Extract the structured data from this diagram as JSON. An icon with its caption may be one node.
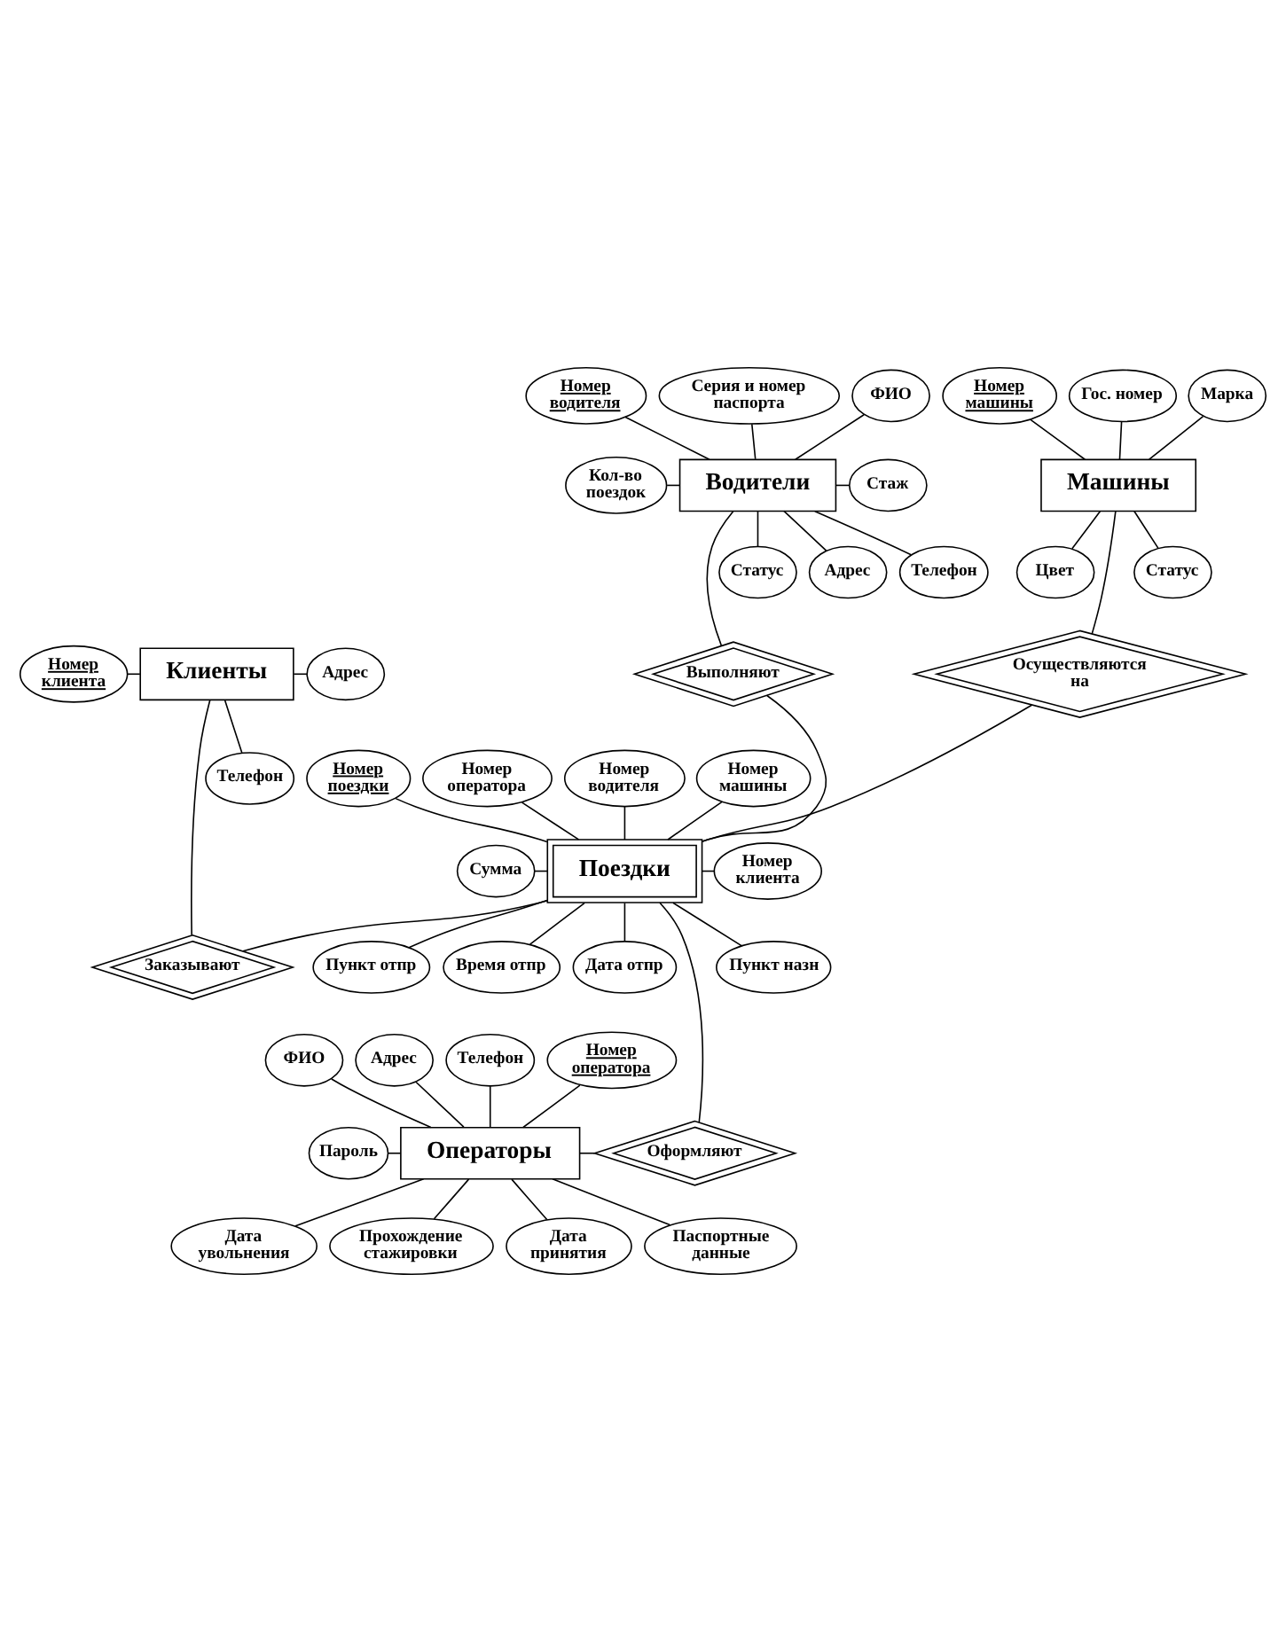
{
  "diagram": {
    "nodes": [
      {
        "text": [
          "Водители"
        ]
      },
      {
        "text": [
          "Номер водителя"
        ]
      },
      {
        "text": [
          "Серия и номер паспорта"
        ]
      },
      {
        "text": [
          "ФИО"
        ]
      },
      {
        "text": [
          "Кол-во поездок"
        ]
      },
      {
        "text": [
          "Стаж"
        ]
      },
      {
        "text": [
          "Статус"
        ]
      },
      {
        "text": [
          "Адрес"
        ]
      },
      {
        "text": [
          "Телефон"
        ]
      },
      {
        "text": [
          "Машины"
        ]
      },
      {
        "text": [
          "Гос. номер"
        ]
      },
      {
        "text": [
          "Номер машины"
        ]
      },
      {
        "text": [
          "Марка"
        ]
      },
      {
        "text": [
          "Статус"
        ]
      },
      {
        "text": [
          "Цвет"
        ]
      },
      {
        "text": [
          "Выполняют"
        ]
      },
      {
        "text": [
          "Осуществляются на"
        ]
      },
      {
        "text": [
          "Клиенты"
        ]
      },
      {
        "text": [
          "Номер клиента"
        ]
      },
      {
        "text": [
          "Адрес"
        ]
      },
      {
        "text": [
          "Телефон"
        ]
      },
      {
        "text": [
          "Заказывают"
        ]
      },
      {
        "text": [
          "Поездки"
        ]
      },
      {
        "text": [
          "Номер поездки"
        ]
      },
      {
        "text": [
          "Номер оператора"
        ]
      },
      {
        "text": [
          "Номер водителя"
        ]
      },
      {
        "text": [
          "Номер машины"
        ]
      },
      {
        "text": [
          "Номер клиента"
        ]
      },
      {
        "text": [
          "Сумма"
        ]
      },
      {
        "text": [
          "Дата отпр"
        ]
      },
      {
        "text": [
          "Пункт назн"
        ]
      },
      {
        "text": [
          "Время отпр"
        ]
      },
      {
        "text": [
          "Пункт отпр"
        ]
      },
      {
        "text": [
          "Оформляют"
        ]
      },
      {
        "text": [
          "Операторы"
        ]
      },
      {
        "text": [
          "ФИО"
        ]
      },
      {
        "text": [
          "Номер оператора"
        ]
      },
      {
        "text": [
          "Адрес"
        ]
      },
      {
        "text": [
          "Пароль"
        ]
      },
      {
        "text": [
          "Телефон"
        ]
      },
      {
        "text": [
          "Паспортные данные"
        ]
      },
      {
        "text": [
          "Дата увольнения"
        ]
      },
      {
        "text": [
          "Прохождение стажировки"
        ]
      },
      {
        "text": [
          "Дата принятия"
        ]
      }
    ],
    "edges": [
      {
        "from": 1,
        "to": 0,
        "arrow": "none"
      },
      {
        "from": 2,
        "to": 0,
        "arrow": "none"
      },
      {
        "from": 3,
        "to": 0,
        "arrow": "none"
      },
      {
        "from": 4,
        "to": 0,
        "arrow": "none"
      },
      {
        "from": 0,
        "to": 5,
        "arrow": "none"
      },
      {
        "from": 0,
        "to": 6,
        "arrow": "none"
      },
      {
        "from": 0,
        "to": 7,
        "arrow": "none"
      },
      {
        "from": 0,
        "to": 8,
        "arrow": "none"
      },
      {
        "from": 11,
        "to": 9,
        "arrow": "none"
      },
      {
        "from": 10,
        "to": 9,
        "arrow": "none"
      },
      {
        "from": 12,
        "to": 9,
        "arrow": "none"
      },
      {
        "from": 9,
        "to": 13,
        "arrow": "none"
      },
      {
        "from": 9,
        "to": 14,
        "arrow": "none"
      },
      {
        "from": 0,
        "to": 15,
        "arrow": "none"
      },
      {
        "from": 15,
        "to": 22,
        "arrow": "none"
      },
      {
        "from": 9,
        "to": 16,
        "arrow": "none"
      },
      {
        "from": 16,
        "to": 22,
        "arrow": "none"
      },
      {
        "from": 18,
        "to": 17,
        "arrow": "none"
      },
      {
        "from": 17,
        "to": 19,
        "arrow": "none"
      },
      {
        "from": 17,
        "to": 20,
        "arrow": "none"
      },
      {
        "from": 17,
        "to": 21,
        "arrow": "none"
      },
      {
        "from": 22,
        "to": 21,
        "arrow": "none"
      },
      {
        "from": 23,
        "to": 22,
        "arrow": "none"
      },
      {
        "from": 24,
        "to": 22,
        "arrow": "none"
      },
      {
        "from": 25,
        "to": 22,
        "arrow": "none"
      },
      {
        "from": 26,
        "to": 22,
        "arrow": "none"
      },
      {
        "from": 22,
        "to": 27,
        "arrow": "none"
      },
      {
        "from": 28,
        "to": 22,
        "arrow": "none"
      },
      {
        "from": 22,
        "to": 29,
        "arrow": "none"
      },
      {
        "from": 22,
        "to": 30,
        "arrow": "none"
      },
      {
        "from": 22,
        "to": 31,
        "arrow": "none"
      },
      {
        "from": 22,
        "to": 32,
        "arrow": "none"
      },
      {
        "from": 22,
        "to": 33,
        "arrow": "none"
      },
      {
        "from": 34,
        "to": 33,
        "arrow": "none"
      },
      {
        "from": 35,
        "to": 34,
        "arrow": "none"
      },
      {
        "from": 36,
        "to": 34,
        "arrow": "none"
      },
      {
        "from": 37,
        "to": 34,
        "arrow": "none"
      },
      {
        "from": 38,
        "to": 34,
        "arrow": "none"
      },
      {
        "from": 39,
        "to": 34,
        "arrow": "none"
      },
      {
        "from": 34,
        "to": 40,
        "arrow": "none"
      },
      {
        "from": 34,
        "to": 41,
        "arrow": "none"
      },
      {
        "from": 34,
        "to": 42,
        "arrow": "none"
      },
      {
        "from": 34,
        "to": 43,
        "arrow": "none"
      }
    ]
  }
}
